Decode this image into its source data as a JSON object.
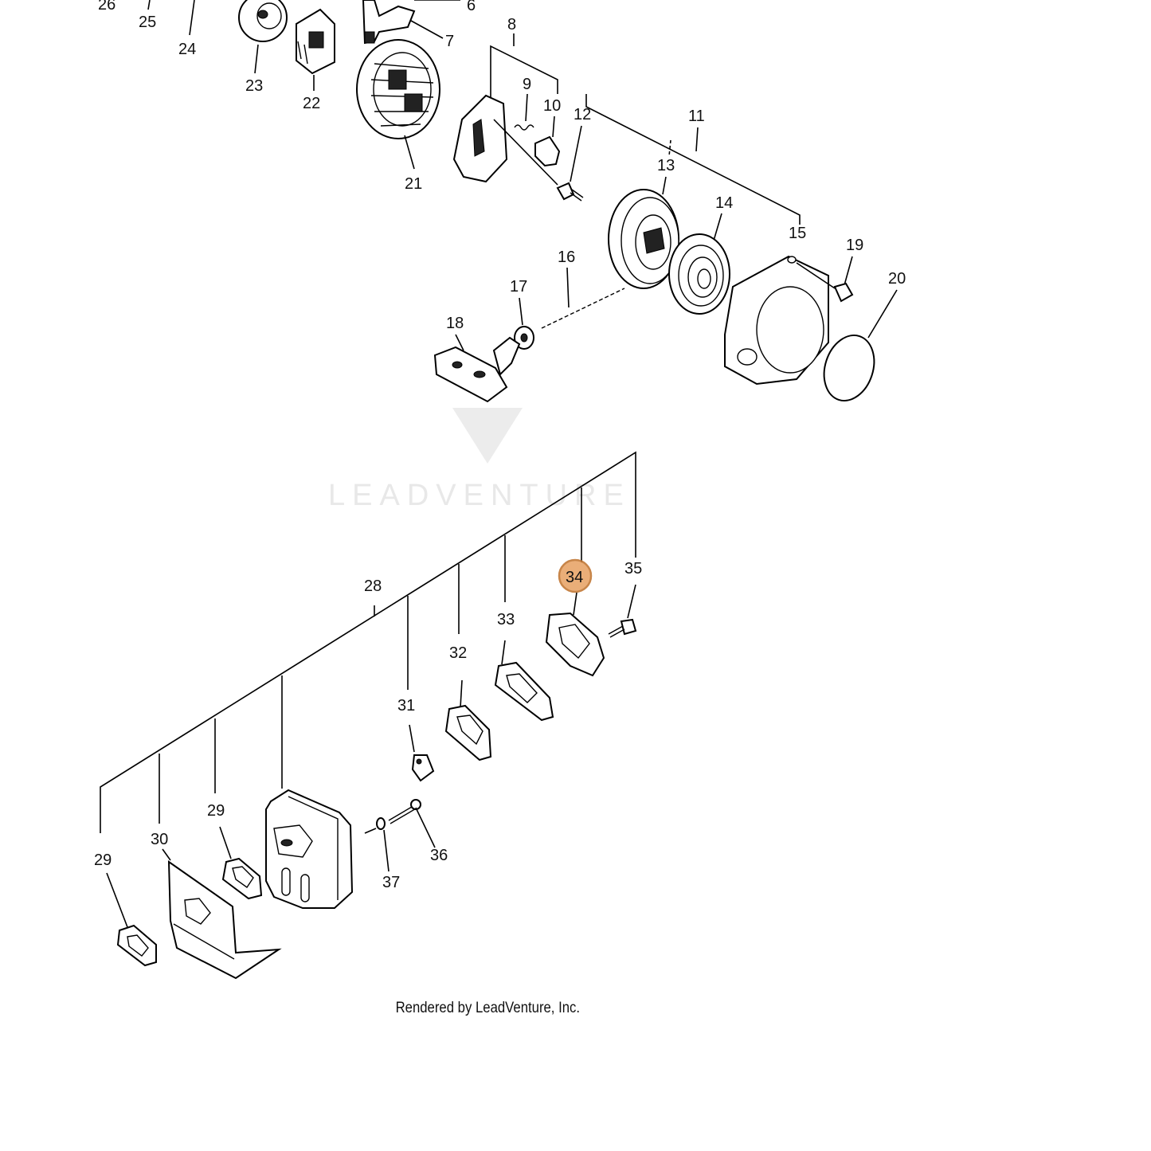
{
  "watermark": {
    "brand": "LEADVENTURE"
  },
  "footer": {
    "text": "Rendered by LeadVenture, Inc."
  },
  "highlight": {
    "label": "34",
    "color": "#e8a66a"
  },
  "callouts": {
    "c26": "26",
    "c25": "25",
    "c24": "24",
    "c23": "23",
    "c22": "22",
    "c21": "21",
    "c6": "6",
    "c7": "7",
    "c8": "8",
    "c9": "9",
    "c10": "10",
    "c11": "11",
    "c12": "12",
    "c13": "13",
    "c14": "14",
    "c15": "15",
    "c16": "16",
    "c17": "17",
    "c18": "18",
    "c19": "19",
    "c20": "20",
    "c28": "28",
    "c29a": "29",
    "c29b": "29",
    "c30": "30",
    "c31": "31",
    "c32": "32",
    "c33": "33",
    "c34": "34",
    "c35": "35",
    "c36": "36",
    "c37": "37"
  }
}
